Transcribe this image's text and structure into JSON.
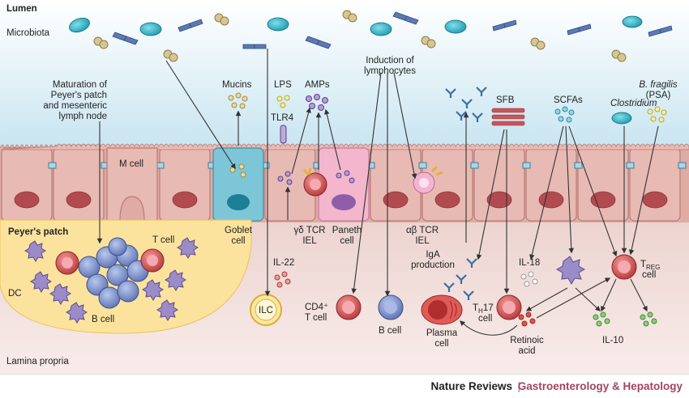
{
  "labels": {
    "lumen": "Lumen",
    "microbiota": "Microbiota",
    "maturation": [
      "Maturation of",
      "Peyer's patch",
      "and mesenteric",
      "lymph node"
    ],
    "mucins": "Mucins",
    "lps": "LPS",
    "amps": "AMPs",
    "tlr4": "TLR4",
    "induction": [
      "Induction of",
      "lymphocytes"
    ],
    "sfb": "SFB",
    "scfas": "SCFAs",
    "clostridium": "Clostridium",
    "bfragilis": [
      "B. fragilis",
      "(PSA)"
    ],
    "m_cell": "M cell",
    "goblet_cell": [
      "Goblet",
      "cell"
    ],
    "gd_tcr": [
      "γδ TCR",
      "IEL"
    ],
    "paneth_cell": [
      "Paneth",
      "cell"
    ],
    "ab_tcr": [
      "αβ TCR",
      "IEL"
    ],
    "peyers_patch": "Peyer's patch",
    "t_cell": "T cell",
    "dc": "DC",
    "b_cell_pp": "B cell",
    "il22": "IL-22",
    "ilc": "ILC",
    "cd4_t": [
      "CD4⁺",
      "T cell"
    ],
    "b_cell": "B cell",
    "iga": [
      "IgA",
      "production"
    ],
    "plasma": [
      "Plasma",
      "cell"
    ],
    "th17_pre": "T",
    "th17_sub": "H",
    "th17_post": "17",
    "th17_cell": "cell",
    "il18": "IL-18",
    "treg_pre": "T",
    "treg_sub": "REG",
    "treg_cell": "cell",
    "retinoic": [
      "Retinoic",
      "acid"
    ],
    "il10": "IL-10",
    "lamina": "Lamina propria"
  },
  "footer": {
    "journal": "Nature Reviews",
    "separator": "|",
    "section": "Gastroenterology & Hepatology"
  },
  "colors": {
    "lumen_top": "#d6ecf5",
    "epithelium": "#e3b3ad",
    "lamina": "#f4e4e1",
    "peyers_patch": "#fbe39e",
    "goblet": "#7cc6d8",
    "paneth": "#f3b6cd",
    "plasma": "#d9413e",
    "label_accent": "#a0455e"
  }
}
